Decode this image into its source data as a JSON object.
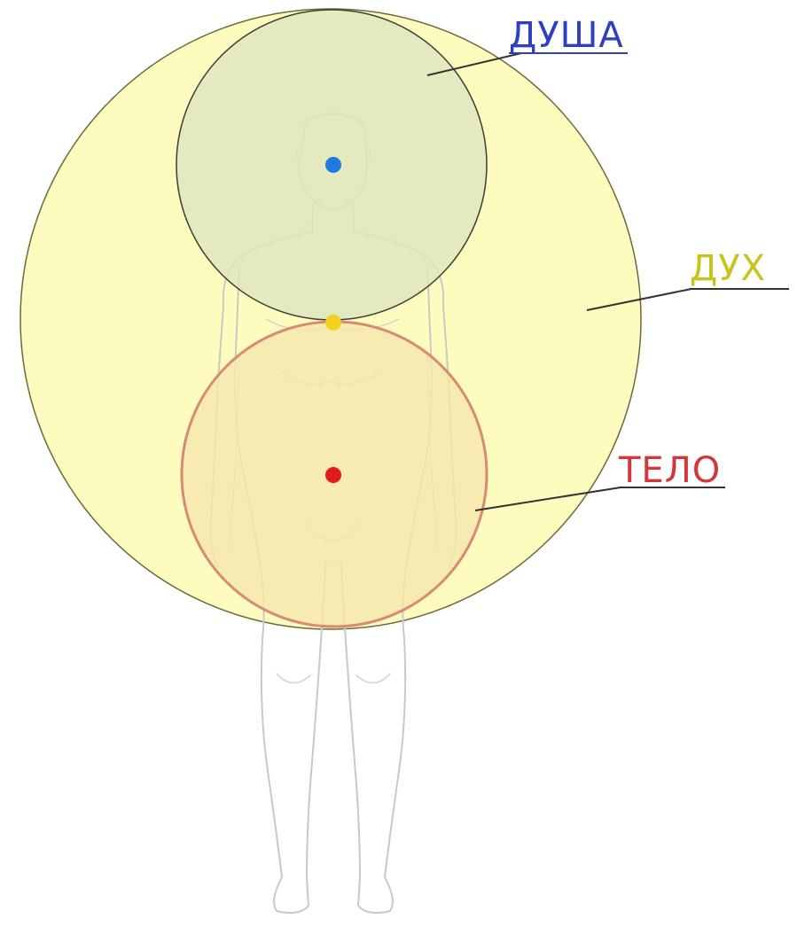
{
  "labels": {
    "soul": "ДУША",
    "spirit": "ДУХ",
    "body": "ТЕЛО"
  },
  "colors": {
    "soul_label": "#2f3fc2",
    "spirit_label": "#c9c41a",
    "body_label": "#d1373b",
    "spirit_fill": "#fdfbbd",
    "soul_fill": "#dfe5bf",
    "body_fill": "#f5e7b0",
    "body_stroke": "#d98a72",
    "soul_dot": "#1f7ae0",
    "heart_dot": "#f3d21f",
    "body_dot": "#e21b1b"
  },
  "icons": {
    "figure": "human-figure-outline"
  }
}
